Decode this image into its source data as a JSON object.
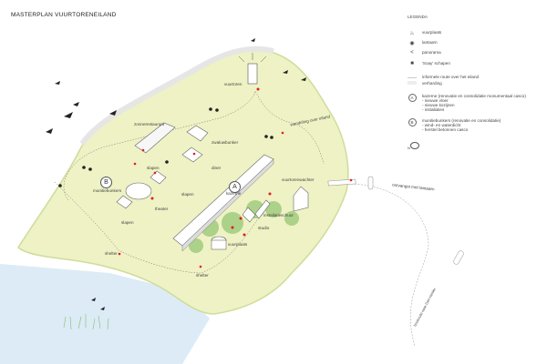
{
  "title": "MASTERPLAN VUURTORENEILAND",
  "legend": {
    "heading": "LEGENDA",
    "items": [
      {
        "icon": "fire-icon",
        "label": "vuurplaats"
      },
      {
        "icon": "lantern-icon",
        "label": "lantaarn"
      },
      {
        "icon": "panorama-icon",
        "label": "panorama"
      },
      {
        "icon": "sheep-icon",
        "label": "'Soay' schapen"
      },
      {
        "icon": "route-line-icon",
        "label": "informele route over het eiland"
      },
      {
        "icon": "paving-swatch-icon",
        "label": "verharding"
      }
    ],
    "a": {
      "marker": "A",
      "label": "kazerne (renovatie en consolidatie monumentaal casco)",
      "subs": [
        "- nieuwe vloer",
        "- nieuwe kozijnen",
        "- installaties"
      ]
    },
    "b": {
      "marker": "B",
      "label": "munitiebunkers (renovatie en consolidatie)",
      "subs": [
        "- wind- en waterdicht",
        "- herstel betonnen casco"
      ]
    },
    "north": "N"
  },
  "map_labels": {
    "vuurtoren": "vuurtoren",
    "zonnerestaurant": "zonnerestaurant",
    "zwaluwbunker": "zwaluwbunker",
    "wandeling": "wandeling over eiland",
    "slapen1": "slapen",
    "munitiebunkers": "munitiebunkers",
    "b_marker": "B",
    "slapen2": "slapen",
    "theater": "theater",
    "diner": "diner",
    "slapen3": "slapen",
    "a_marker": "A",
    "kazerne": "kazerne",
    "vuurtorenwachter": "vuurtorenwachter",
    "installatieschuur": "installatieschuur",
    "studio": "studio",
    "vuurplaats": "vuurplaats",
    "shelter1": "shelter",
    "shelter2": "shelter",
    "ontvangst": "ontvangst met lantaarn",
    "bootroute": "bootroute naar Den Helder"
  },
  "colors": {
    "island": "#eef2c4",
    "island_edge": "#dde6a8",
    "water": "#d8eaf6",
    "fire": "#e02020",
    "trees": "#9cc97a"
  }
}
